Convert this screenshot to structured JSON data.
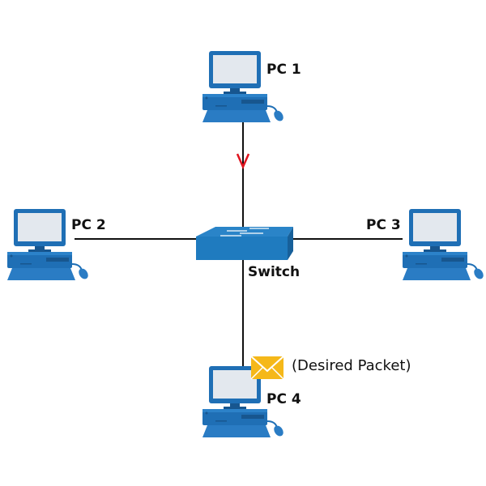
{
  "nodes": {
    "pc1": {
      "label": "PC 1"
    },
    "pc2": {
      "label": "PC 2"
    },
    "pc3": {
      "label": "PC 3"
    },
    "pc4": {
      "label": "PC 4"
    },
    "switch": {
      "label": "Switch"
    }
  },
  "packet": {
    "label": "(Desired Packet)",
    "icon": "envelope-icon",
    "color": "#f5b819"
  },
  "arrow": {
    "icon": "arrow-down-icon",
    "color": "#e0141e"
  },
  "colors": {
    "device": "#1f6fb5",
    "device_dark": "#17568f",
    "screen": "#e3e8ee",
    "switch": "#1f7bbf",
    "link": "#111111"
  }
}
